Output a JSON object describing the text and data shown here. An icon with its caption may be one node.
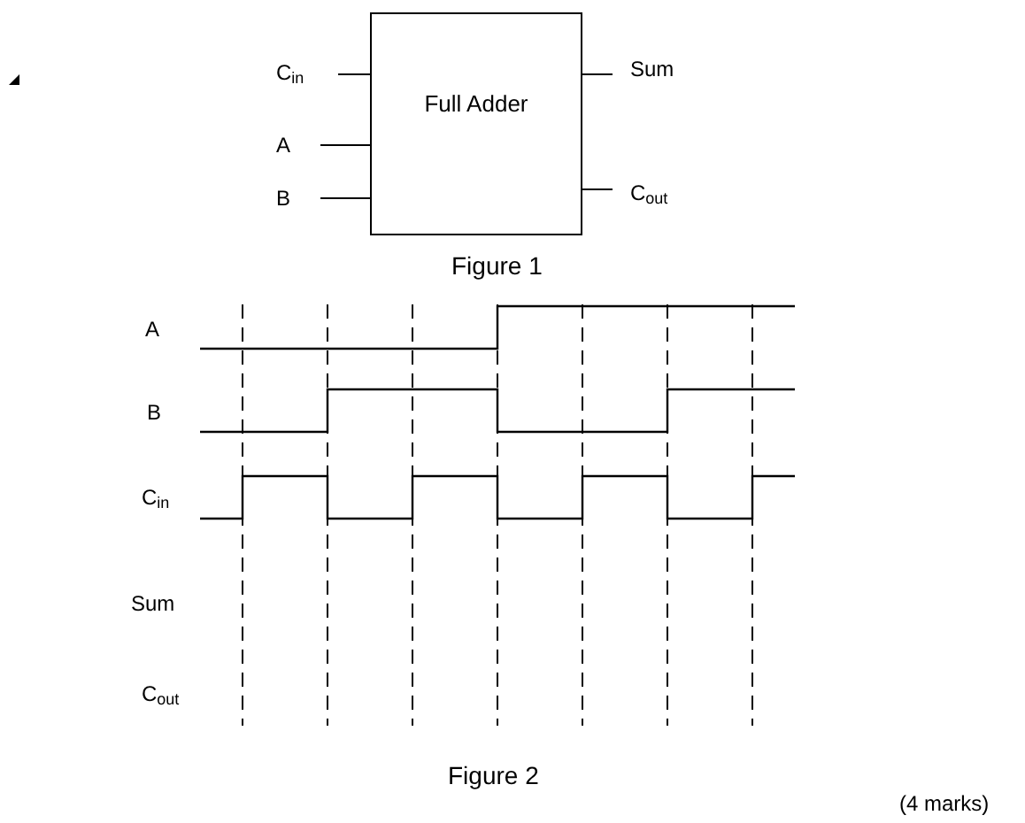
{
  "diagram": {
    "nodes": [
      {
        "text": [
          "Full Adder"
        ]
      },
      {
        "text": [
          "C$_{in}$"
        ]
      },
      {
        "text": [
          "A"
        ]
      },
      {
        "text": [
          "B"
        ]
      },
      {
        "text": [
          "Sum"
        ]
      },
      {
        "text": [
          "C$_{out}$"
        ]
      }
    ],
    "edges": [
      {
        "from": 1,
        "to": 0,
        "arrow": "none"
      },
      {
        "from": 2,
        "to": 0,
        "arrow": "none"
      },
      {
        "from": 3,
        "to": 0,
        "arrow": "none"
      },
      {
        "from": 0,
        "to": 4,
        "arrow": "none"
      },
      {
        "from": 0,
        "to": 5,
        "arrow": "none"
      }
    ],
    "labels": [
      "Figure 1",
      "A",
      "B",
      "C$_{in}$",
      "Sum",
      "C$_{out}$",
      "Figure 2",
      "(4 marks)"
    ]
  }
}
